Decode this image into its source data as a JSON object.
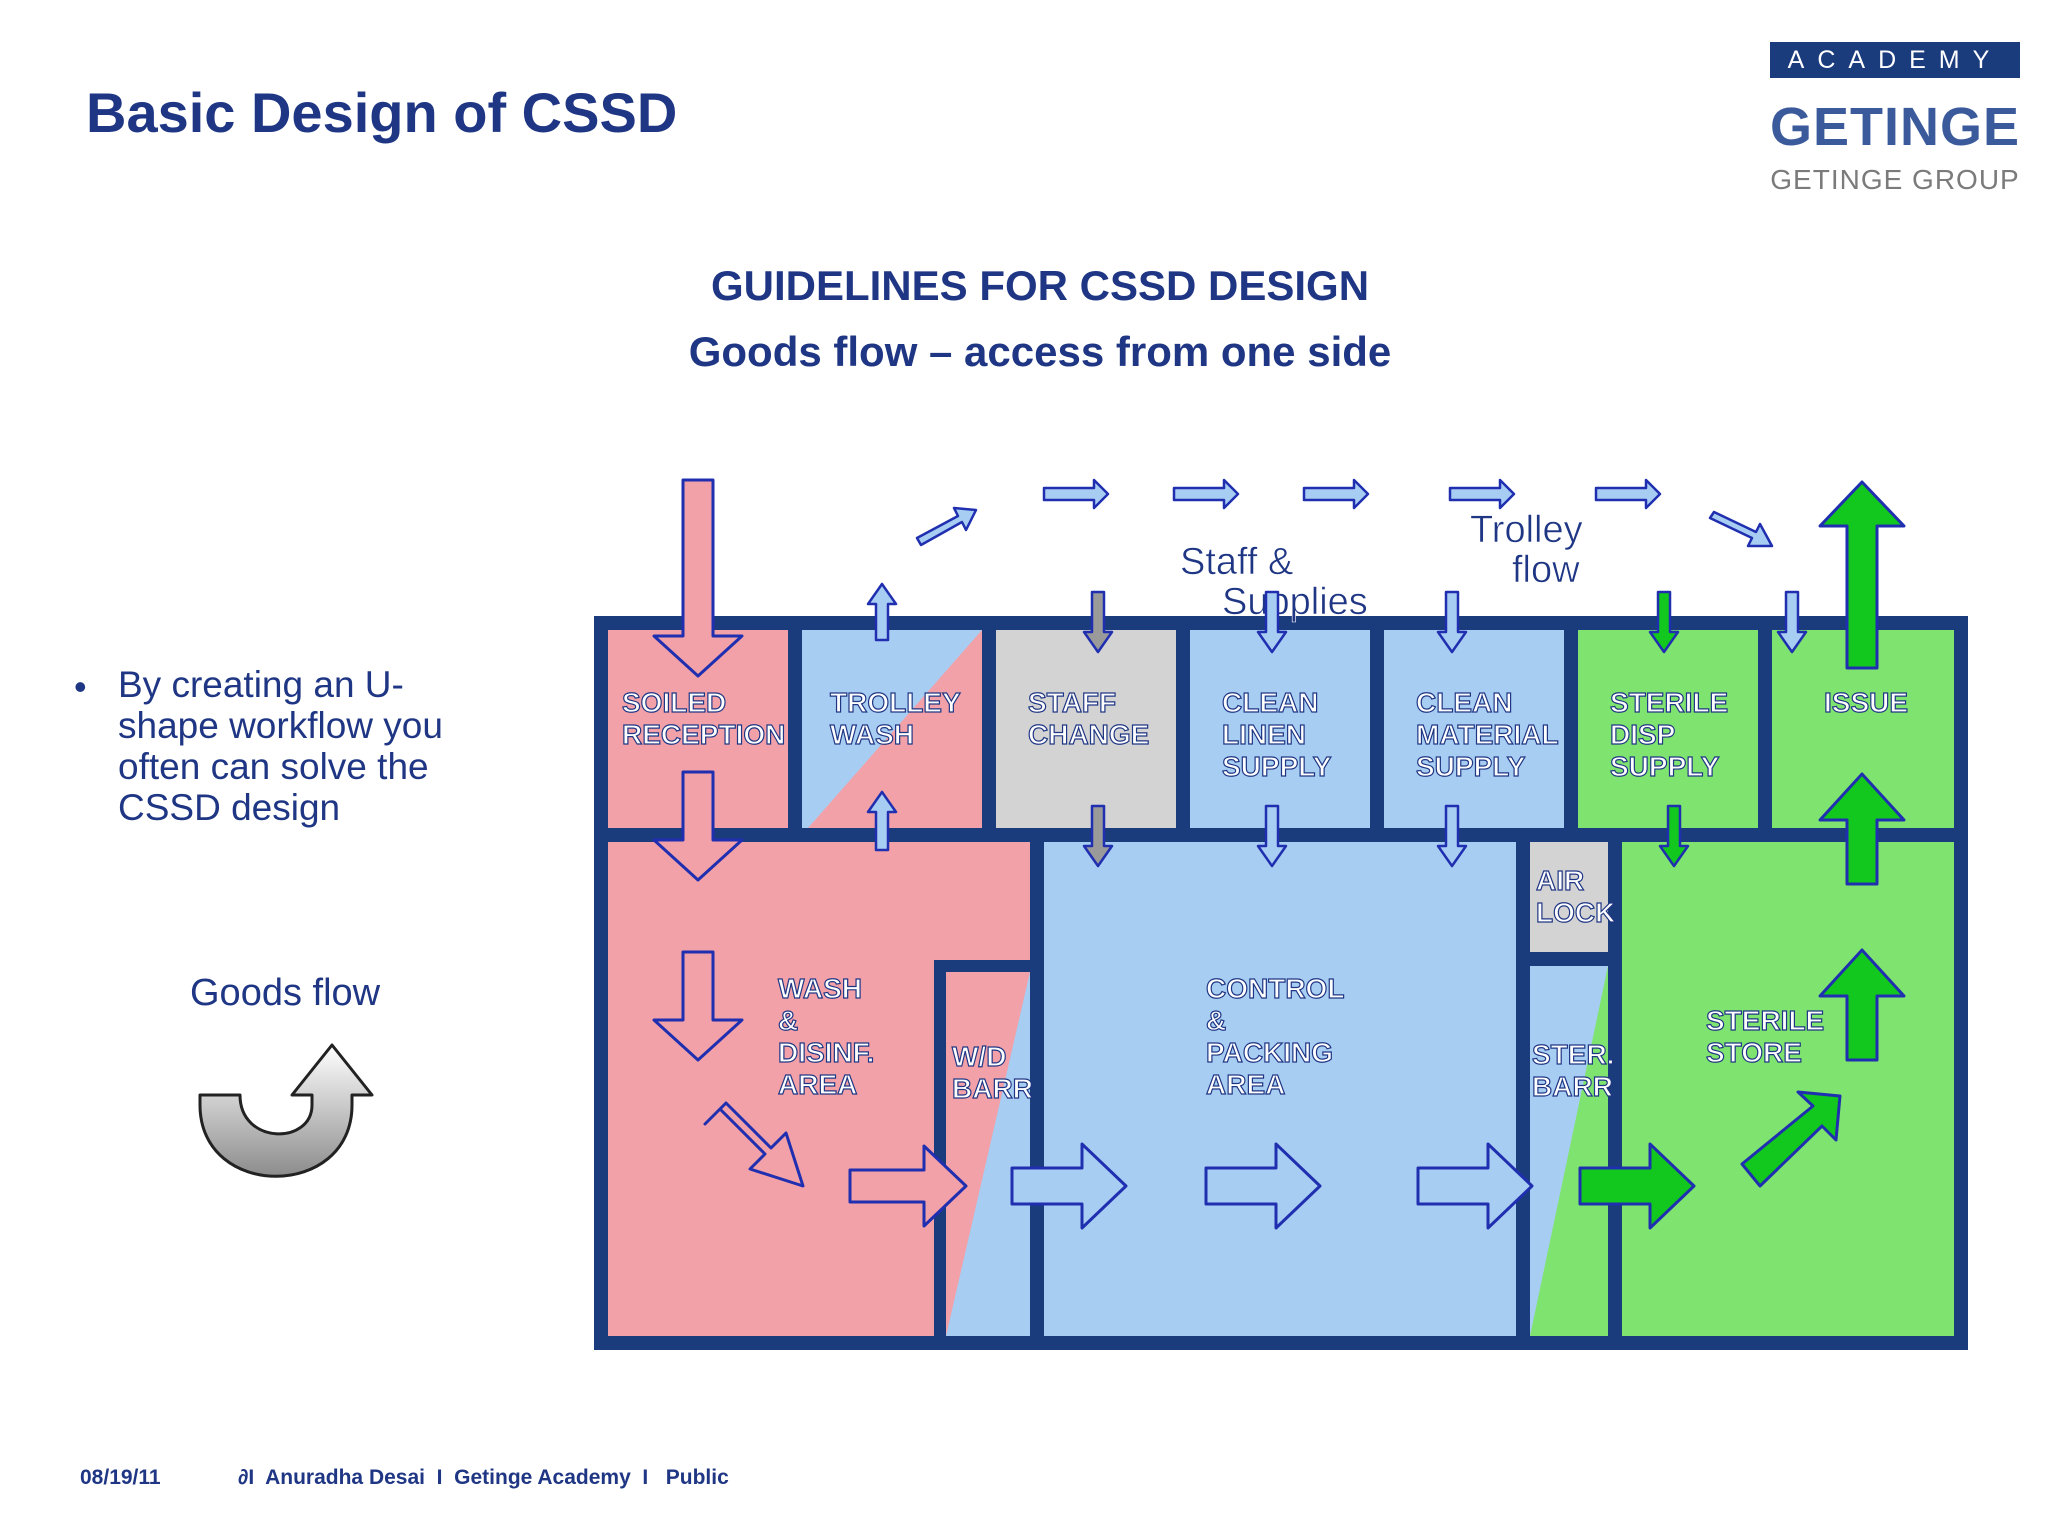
{
  "page": {
    "title": "Basic Design of CSSD"
  },
  "logo": {
    "academy": "ACADEMY",
    "brand": "GETINGE",
    "group": "GETINGE GROUP"
  },
  "diagram": {
    "heading": "GUIDELINES FOR CSSD DESIGN",
    "subheading": "Goods flow – access from one side",
    "staff_label_1": "Staff &",
    "staff_label_2": "Supplies",
    "trolley_label_1": "Trolley",
    "trolley_label_2": "flow",
    "rooms": {
      "soiled_reception": [
        "SOILED",
        "RECEPTION"
      ],
      "trolley_wash": [
        "TROLLEY",
        "WASH"
      ],
      "staff_change": [
        "STAFF",
        "CHANGE"
      ],
      "clean_linen_supply": [
        "CLEAN",
        "LINEN",
        "SUPPLY"
      ],
      "clean_material_supply": [
        "CLEAN",
        "MATERIAL",
        "SUPPLY"
      ],
      "sterile_disp_supply": [
        "STERILE",
        "DISP",
        "SUPPLY"
      ],
      "issue": [
        "ISSUE"
      ],
      "air_lock": [
        "AIR",
        "LOCK"
      ],
      "wash_disinf_area": [
        "WASH",
        "&",
        "DISINF.",
        "AREA"
      ],
      "wd_barr": [
        "W/D",
        "BARR"
      ],
      "control_packing_area": [
        "CONTROL",
        "&",
        "PACKING",
        "AREA"
      ],
      "ster_barr": [
        "STER.",
        "BARR"
      ],
      "sterile_store": [
        "STERILE",
        "STORE"
      ]
    }
  },
  "sidebar": {
    "bullet": "•",
    "bullet_text": "By creating an U-shape workflow you often can solve the CSSD design",
    "goods_flow_label": "Goods flow"
  },
  "footer": {
    "date": "08/19/11",
    "text": "∂I  Anuradha Desai  I  Getinge Academy  I   Public"
  },
  "colors": {
    "title": "#1f3684",
    "wall": "#1a3b7c",
    "soiled": "#f2a1a8",
    "clean": "#a8cdf2",
    "grey": "#d0d0d0",
    "sterile": "#7fe46f",
    "arrow_green": "#12c81e"
  }
}
